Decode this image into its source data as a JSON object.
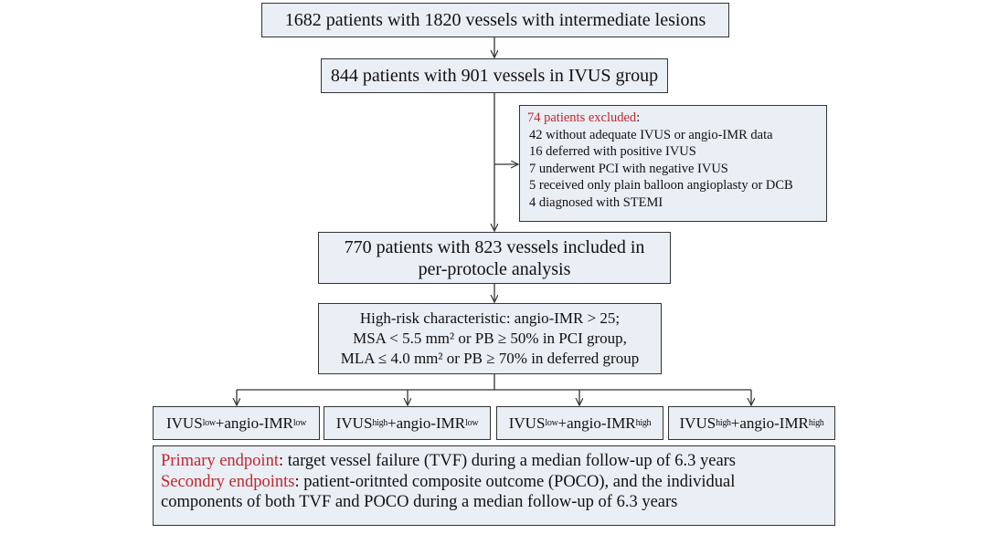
{
  "box_top": "1682 patients with 1820 vessels with intermediate lesions",
  "box_ivus": "844 patients with 901 vessels in IVUS group",
  "excluded": {
    "title": "74 patients excluded",
    "colon": ":",
    "items": [
      "42 without adequate IVUS or angio-IMR data",
      "16 deferred with positive IVUS",
      "7 underwent PCI with negative IVUS",
      "5 received only plain balloon angioplasty or DCB",
      "4 diagnosed with STEMI"
    ]
  },
  "box_included": {
    "line1": "770 patients with 823 vessels included in",
    "line2": "per-protocle analysis"
  },
  "box_risk": {
    "line1": "High-risk characteristic: angio-IMR > 25;",
    "line2": "MSA < 5.5 mm² or PB ≥ 50% in PCI group,",
    "line3": "MLA ≤ 4.0 mm² or PB ≥ 70% in deferred group"
  },
  "groups": [
    {
      "a": "IVUS",
      "a_sub": "low",
      "b": "+angio-IMR",
      "b_sub": "low"
    },
    {
      "a": "IVUS",
      "a_sub": "high",
      "b": "+angio-IMR",
      "b_sub": "low"
    },
    {
      "a": "IVUS",
      "a_sub": "low",
      "b": "+angio-IMR",
      "b_sub": "high"
    },
    {
      "a": "IVUS",
      "a_sub": "high",
      "b": "+angio-IMR",
      "b_sub": "high"
    }
  ],
  "endpoints": {
    "primary_label": "Primary endpoint",
    "primary_text": ": target vessel failure (TVF) during a median follow-up of 6.3 years",
    "secondary_label": "Secondry endpoints",
    "secondary_text_1": ": patient-oritnted composite outcome (POCO), and the individual",
    "secondary_text_2": "components of both TVF and POCO during a median follow-up of 6.3 years"
  },
  "colors": {
    "box_fill": "#eaeef5",
    "border": "#333333",
    "accent_red": "#c0272d"
  }
}
